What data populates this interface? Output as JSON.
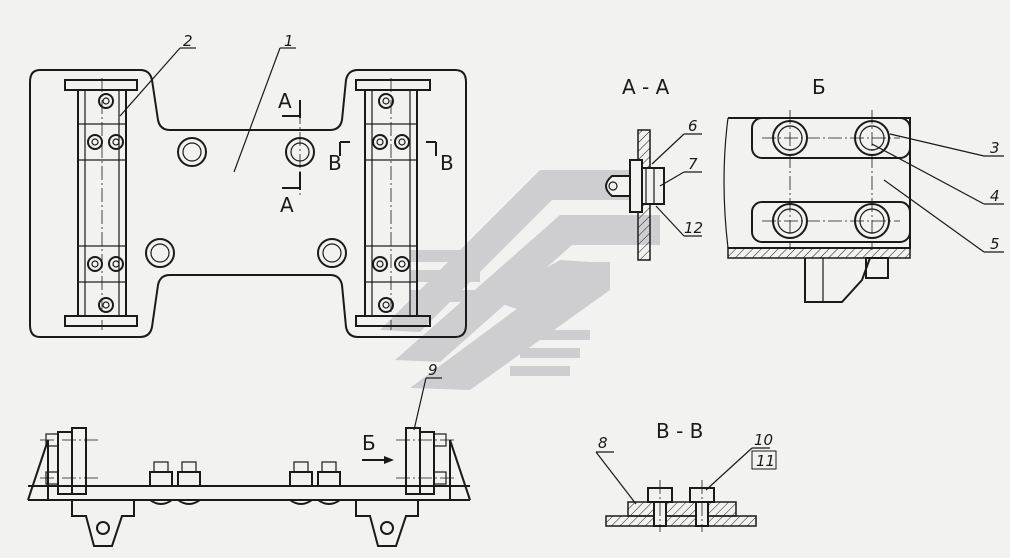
{
  "colors": {
    "line": "#1a1a1a",
    "paper": "#f2f2f0",
    "watermark": "#c8c8cc"
  },
  "watermark": {
    "name": "logo-chevrons"
  },
  "section_labels": {
    "aa_title": "А - А",
    "b_title": "Б",
    "vv_title": "В - В",
    "cut_a_top": "А",
    "cut_a_bottom": "А",
    "cut_v_left": "В",
    "cut_v_right": "В",
    "view_b_arrow": "Б"
  },
  "callouts": {
    "n1": "1",
    "n2": "2",
    "n3": "3",
    "n4": "4",
    "n5": "5",
    "n6": "6",
    "n7": "7",
    "n8": "8",
    "n9": "9",
    "n10": "10",
    "n11": "11",
    "n12": "12"
  }
}
